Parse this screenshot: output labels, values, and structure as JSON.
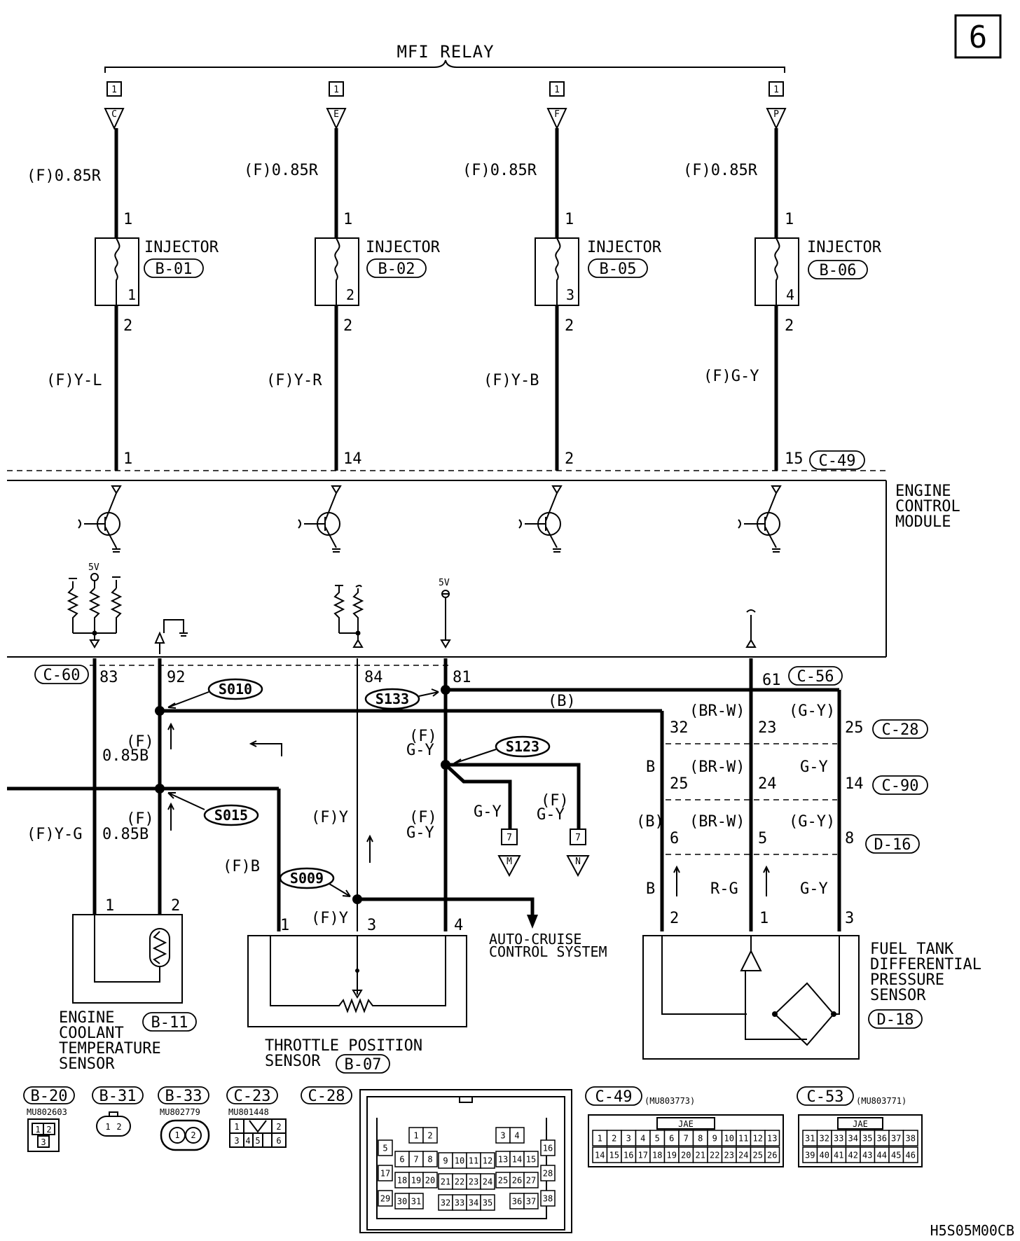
{
  "page_number": "6",
  "title": "MFI RELAY",
  "diagram_code": "H5S05M00CB",
  "relay_terminals": [
    {
      "box": "1",
      "letter": "C"
    },
    {
      "box": "1",
      "letter": "E"
    },
    {
      "box": "1",
      "letter": "F"
    },
    {
      "box": "1",
      "letter": "P"
    }
  ],
  "injectors": [
    {
      "wire_top": "(F)0.85R",
      "pin_top": "1",
      "label": "INJECTOR",
      "connector": "B-01",
      "cyl": "1",
      "pin_bottom": "2",
      "wire_bottom": "(F)Y-L",
      "ecm_pin": "1"
    },
    {
      "wire_top": "(F)0.85R",
      "pin_top": "1",
      "label": "INJECTOR",
      "connector": "B-02",
      "cyl": "2",
      "pin_bottom": "2",
      "wire_bottom": "(F)Y-R",
      "ecm_pin": "14"
    },
    {
      "wire_top": "(F)0.85R",
      "pin_top": "1",
      "label": "INJECTOR",
      "connector": "B-05",
      "cyl": "3",
      "pin_bottom": "2",
      "wire_bottom": "(F)Y-B",
      "ecm_pin": "2"
    },
    {
      "wire_top": "(F)0.85R",
      "pin_top": "1",
      "label": "INJECTOR",
      "connector": "B-06",
      "cyl": "4",
      "pin_bottom": "2",
      "wire_bottom": "(F)G-Y",
      "ecm_pin": "15"
    }
  ],
  "ecm": {
    "name_lines": [
      "ENGINE",
      "CONTROL",
      "MODULE"
    ],
    "connector_top": "C-49",
    "connector_left": "C-60",
    "connector_right": "C-56",
    "voltage_a": "5V",
    "voltage_b": "5V",
    "pins": [
      "83",
      "92",
      "84",
      "81",
      "61"
    ]
  },
  "splices": [
    "S010",
    "S015",
    "S133",
    "S123",
    "S009"
  ],
  "wires": {
    "w83": "(F)Y-G",
    "w92a": "(F)",
    "w92b": "0.85B",
    "w92c": "(F)",
    "w92d": "0.85B",
    "w84a": "(F)Y",
    "w84b": "(F)Y",
    "wb": "(F)B",
    "w81a": "(F)",
    "w81b": "G-Y",
    "w81c": "(F)",
    "w81d": "G-Y",
    "branch1": "G-Y",
    "branch2a": "(F)",
    "branch2b": "G-Y",
    "b_top": "(B)",
    "c28_a": "(BR-W)",
    "c28_b": "(G-Y)",
    "c90_a": "B",
    "c90_b": "(BR-W)",
    "c90_c": "G-Y",
    "d16_a": "(B)",
    "d16_b": "(BR-W)",
    "d16_c": "(G-Y)",
    "bot_a": "B",
    "bot_b": "R-G",
    "bot_c": "G-Y"
  },
  "pin_labels": {
    "c28": [
      "32",
      "23",
      "25"
    ],
    "c90": [
      "25",
      "24",
      "14"
    ],
    "d16": [
      "6",
      "5",
      "8"
    ],
    "sensor_pins": [
      "2",
      "1",
      "3"
    ],
    "ect_pins": [
      "1",
      "2"
    ],
    "tps_pins": [
      "1",
      "3",
      "4"
    ]
  },
  "connector_tags": {
    "c28": "C-28",
    "c90": "C-90",
    "d16": "D-16"
  },
  "off_page": [
    {
      "box": "7",
      "letter": "M"
    },
    {
      "box": "7",
      "letter": "N"
    }
  ],
  "auto_cruise": [
    "AUTO-CRUISE",
    "CONTROL SYSTEM"
  ],
  "components": {
    "ect": {
      "lines": [
        "ENGINE",
        "COOLANT",
        "TEMPERATURE",
        "SENSOR"
      ],
      "connector": "B-11"
    },
    "tps": {
      "lines": [
        "THROTTLE POSITION",
        "SENSOR"
      ],
      "connector": "B-07"
    },
    "ftdp": {
      "lines": [
        "FUEL TANK",
        "DIFFERENTIAL",
        "PRESSURE",
        "SENSOR"
      ],
      "connector": "D-18"
    }
  },
  "connector_views": {
    "b20": {
      "tag": "B-20",
      "part": "MU802603",
      "pins": [
        "1",
        "2",
        "3"
      ]
    },
    "b31": {
      "tag": "B-31",
      "pins": [
        "1",
        "2"
      ]
    },
    "b33": {
      "tag": "B-33",
      "part": "MU802779",
      "pins": [
        "1",
        "2"
      ]
    },
    "c23": {
      "tag": "C-23",
      "part": "MU801448",
      "pins": [
        "1",
        "2",
        "3",
        "4",
        "5",
        "6"
      ]
    },
    "c28": {
      "tag": "C-28",
      "pins": [
        "1",
        "2",
        "3",
        "4",
        "5",
        "6",
        "7",
        "8",
        "9",
        "10",
        "11",
        "12",
        "13",
        "14",
        "15",
        "16",
        "17",
        "18",
        "19",
        "20",
        "21",
        "22",
        "23",
        "24",
        "25",
        "26",
        "27",
        "28",
        "29",
        "30",
        "31",
        "32",
        "33",
        "34",
        "35",
        "36",
        "37",
        "38"
      ]
    },
    "c49": {
      "tag": "C-49",
      "part": "(MU803773)",
      "brand": "JAE",
      "row1": [
        "1",
        "2",
        "3",
        "4",
        "5",
        "6",
        "7",
        "8",
        "9",
        "10",
        "11",
        "12",
        "13"
      ],
      "row2": [
        "14",
        "15",
        "16",
        "17",
        "18",
        "19",
        "20",
        "21",
        "22",
        "23",
        "24",
        "25",
        "26"
      ]
    },
    "c53": {
      "tag": "C-53",
      "part": "(MU803771)",
      "brand": "JAE",
      "row1": [
        "31",
        "32",
        "33",
        "34",
        "35",
        "36",
        "37",
        "38"
      ],
      "row2": [
        "39",
        "40",
        "41",
        "42",
        "43",
        "44",
        "45",
        "46"
      ]
    }
  }
}
